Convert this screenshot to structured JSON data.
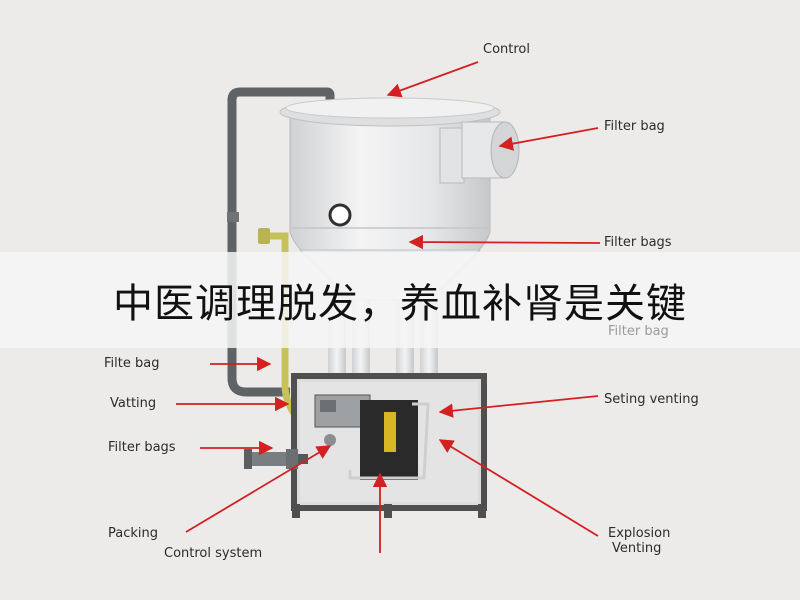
{
  "labels": {
    "control": "Control",
    "filter_bag_top": "Filter bag",
    "filter_bags_mid": "Filter bags",
    "filte_bag_left": "Filte bag",
    "vatting": "Vatting",
    "filter_bags_left": "Filter bags",
    "packing": "Packing",
    "control_system": "Control system",
    "seting_venting": "Seting venting",
    "explosion_line1": "Explosion",
    "explosion_line2": "Venting",
    "ghost_behind_banner": "Filter bag"
  },
  "banner": {
    "text": "中医调理脱发，养血补肾是关键"
  },
  "colors": {
    "arrow": "#d42020",
    "background": "#ecebea",
    "vessel": "#e9eaeb",
    "frame": "#555555",
    "pipe": "#606366",
    "yellow_pipe": "#c7c15a"
  }
}
